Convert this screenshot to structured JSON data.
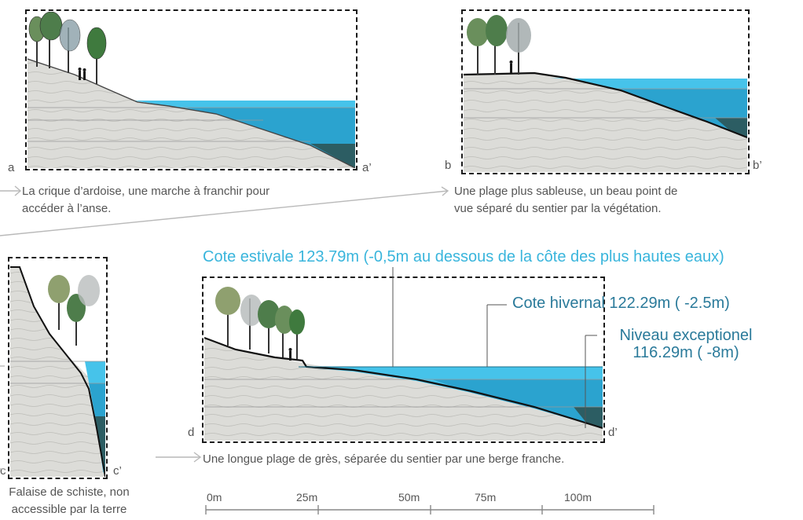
{
  "colors": {
    "water_light": "#46c3ea",
    "water_mid": "#2ba3cf",
    "water_deep": "#277f96",
    "water_deepest": "#2c5d63",
    "ground": "#d9d9d6",
    "frame": "#1a1a1a",
    "arrow": "#b9b9b9",
    "accent_blue": "#39b5dc",
    "accent_dark": "#2a7a9a"
  },
  "section_a": {
    "left_label": "a",
    "right_label": "a’",
    "caption_line1": "La crique d’ardoise, une marche à franchir pour",
    "caption_line2": "accéder à l’anse."
  },
  "section_b": {
    "left_label": "b",
    "right_label": "b’",
    "caption_line1": "Une plage plus sableuse, un beau point de",
    "caption_line2": "vue séparé du sentier par la végétation."
  },
  "section_c": {
    "left_label": "c",
    "right_label": "c’",
    "caption_line1": "Falaise de schiste, non",
    "caption_line2": "accessible par  la terre"
  },
  "section_d": {
    "left_label": "d",
    "right_label": "d’",
    "caption": "Une longue plage de grès, séparée du sentier par une berge franche."
  },
  "annotations": {
    "summer": "Cote estivale 123.79m (-0,5m au dessous de la côte des plus hautes eaux)",
    "winter": "Cote hivernal 122.29m ( -2.5m)",
    "exceptional_line1": "Niveau exceptionel",
    "exceptional_line2": "116.29m  ( -8m)"
  },
  "scale": {
    "ticks": [
      "0m",
      "25m",
      "50m",
      "75m",
      "100m"
    ]
  }
}
